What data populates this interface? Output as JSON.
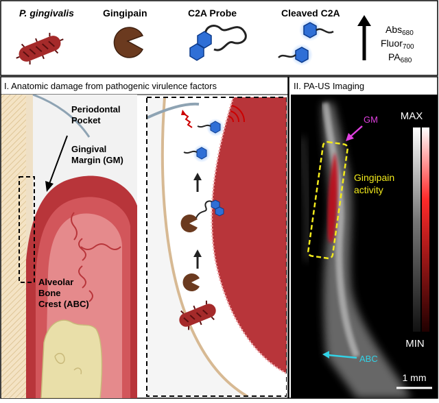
{
  "legend": {
    "pgingivalis": "P. gingivalis",
    "gingipain": "Gingipain",
    "c2a_probe": "C2A Probe",
    "cleaved_c2a": "Cleaved C2A",
    "abs": "Abs",
    "abs_sub": "680",
    "fluor": "Fluor",
    "fluor_sub": "700",
    "pa": "PA",
    "pa_sub": "680"
  },
  "panel1": {
    "title": "I. Anatomic damage from pathogenic virulence factors",
    "periodontal_pocket_1": "Periodontal",
    "periodontal_pocket_2": "Pocket",
    "gingival_margin_1": "Gingival",
    "gingival_margin_2": "Margin (GM)",
    "abc_1": "Alveolar",
    "abc_2": "Bone",
    "abc_3": "Crest (ABC)"
  },
  "panel2": {
    "title": "II. PA-US Imaging",
    "gm": "GM",
    "gingipain_1": "Gingipain",
    "gingipain_2": "activity",
    "abc": "ABC",
    "scale_max": "MAX",
    "scale_min": "MIN",
    "scalebar": "1 mm"
  },
  "colors": {
    "bacteria": "#a52a2a",
    "gingipain": "#6b3a1f",
    "probe": "#2f6fd6",
    "gm_arrow": "#e040e0",
    "activity_box": "#f2ea1c",
    "abc_arrow": "#32d2e6"
  }
}
